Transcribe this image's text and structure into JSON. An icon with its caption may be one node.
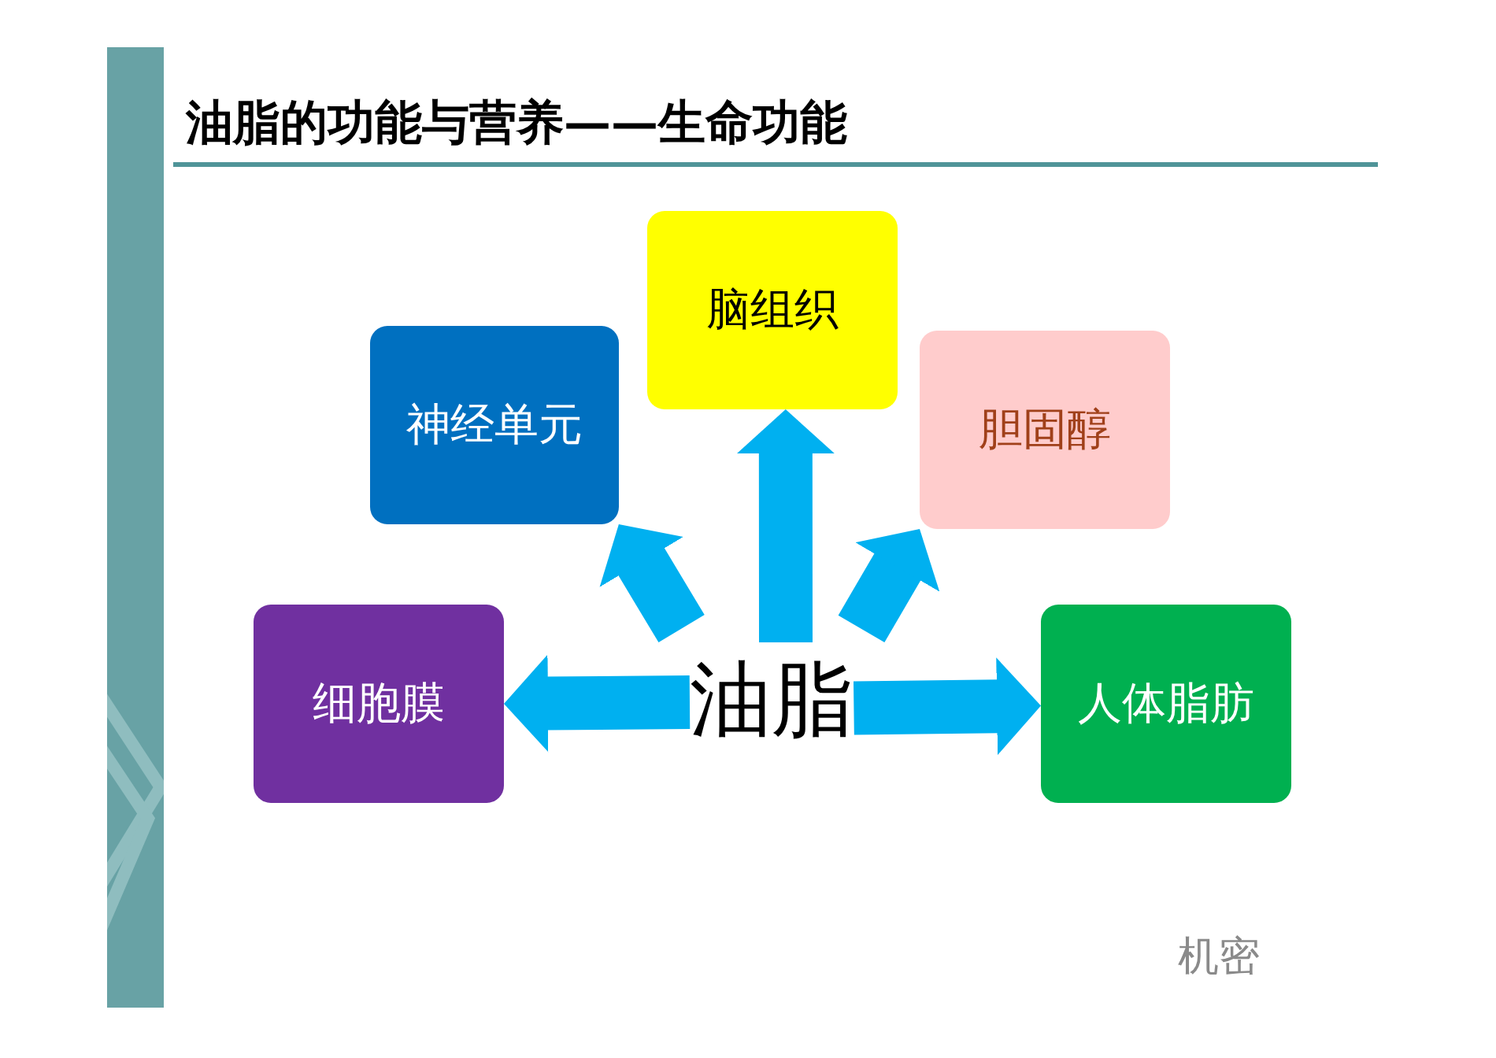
{
  "diagram": {
    "title": "油脂的功能与营养——生命功能",
    "nodes": [
      {
        "text": [
          "油脂"
        ]
      },
      {
        "text": [
          "细胞膜"
        ]
      },
      {
        "text": [
          "神经单元"
        ]
      },
      {
        "text": [
          "脑组织"
        ]
      },
      {
        "text": [
          "胆固醇"
        ]
      },
      {
        "text": [
          "人体脂肪"
        ]
      }
    ],
    "edges": [
      {
        "from": 0,
        "to": 1,
        "arrow": "to"
      },
      {
        "from": 0,
        "to": 2,
        "arrow": "to"
      },
      {
        "from": 0,
        "to": 3,
        "arrow": "to"
      },
      {
        "from": 0,
        "to": 4,
        "arrow": "to"
      },
      {
        "from": 0,
        "to": 5,
        "arrow": "to"
      }
    ],
    "labels": [
      "机密"
    ]
  }
}
